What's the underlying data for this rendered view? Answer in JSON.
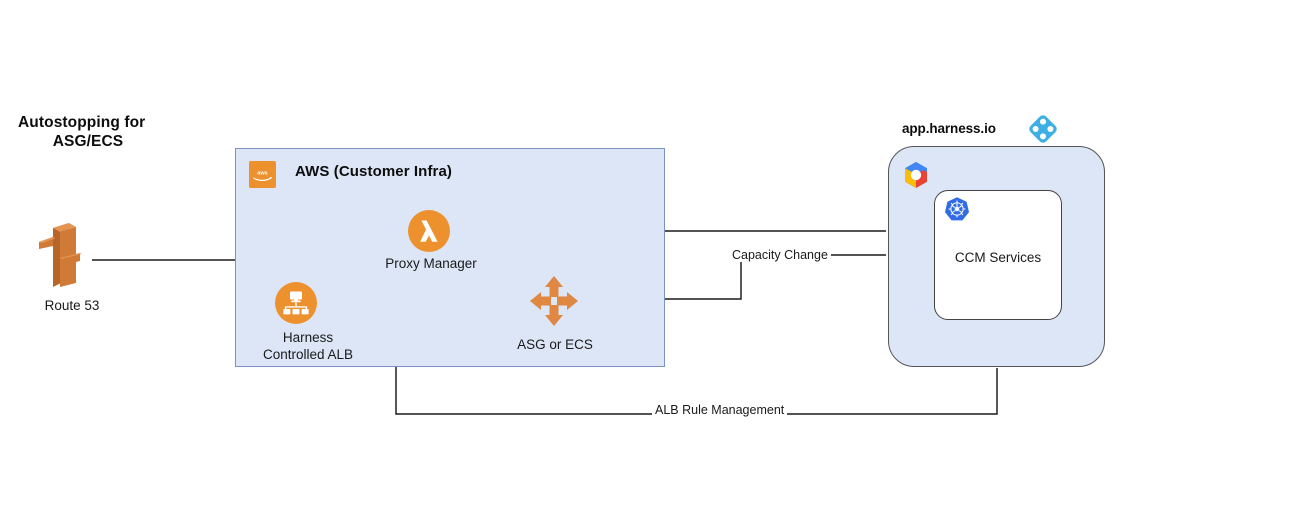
{
  "diagram": {
    "title_line1": "Autostopping for",
    "title_line2": "ASG/ECS",
    "background": "#ffffff"
  },
  "aws_group": {
    "label": "AWS (Customer Infra)",
    "logo_icon": "aws-logo-icon",
    "fill": "#dce6f7",
    "stroke": "#7a92c4",
    "nodes": [
      {
        "id": "proxy-manager",
        "label": "Proxy Manager",
        "icon": "aws-lambda-icon",
        "color": "#ec912d"
      },
      {
        "id": "harness-alb",
        "label_line1": "Harness",
        "label_line2": "Controlled ALB",
        "icon": "load-balancer-icon",
        "color": "#ec912d"
      },
      {
        "id": "asg-ecs",
        "label": "ASG or ECS",
        "icon": "auto-scaling-icon",
        "color": "#e08742"
      }
    ]
  },
  "external": {
    "route53": {
      "label": "Route 53",
      "icon": "route53-icon",
      "color": "#d4772f"
    }
  },
  "harness_group": {
    "title": "app.harness.io",
    "logo_icon": "harness-logo-icon",
    "logo_color": "#3dafe4",
    "fill": "#dce6f7",
    "stroke": "#555555",
    "cloud_icon": "google-cloud-icon",
    "inner": {
      "label": "CCM Services",
      "icon": "kubernetes-icon",
      "icon_color": "#326ce5",
      "fill": "#ffffff"
    }
  },
  "edges": [
    {
      "id": "route53-to-alb",
      "from": "Route 53",
      "to": "Harness Controlled ALB",
      "label": ""
    },
    {
      "id": "proxy-to-alb",
      "from": "Proxy Manager",
      "to": "Harness Controlled ALB",
      "label": ""
    },
    {
      "id": "alb-to-proxy",
      "from": "Harness Controlled ALB",
      "to": "Proxy Manager",
      "label": ""
    },
    {
      "id": "ccm-to-proxy",
      "from": "CCM Services",
      "to": "Proxy Manager",
      "label": ""
    },
    {
      "id": "alb-to-asg",
      "from": "Harness Controlled ALB",
      "to": "ASG or ECS",
      "label": ""
    },
    {
      "id": "ccm-to-asg",
      "from": "CCM Services",
      "to": "ASG or ECS",
      "label": "Capacity Change"
    },
    {
      "id": "ccm-to-alb",
      "from": "CCM Services",
      "to": "Harness Controlled ALB",
      "label": "ALB Rule Management"
    }
  ],
  "edge_labels": {
    "capacity_change": "Capacity Change",
    "alb_rule_management": "ALB Rule Management"
  }
}
